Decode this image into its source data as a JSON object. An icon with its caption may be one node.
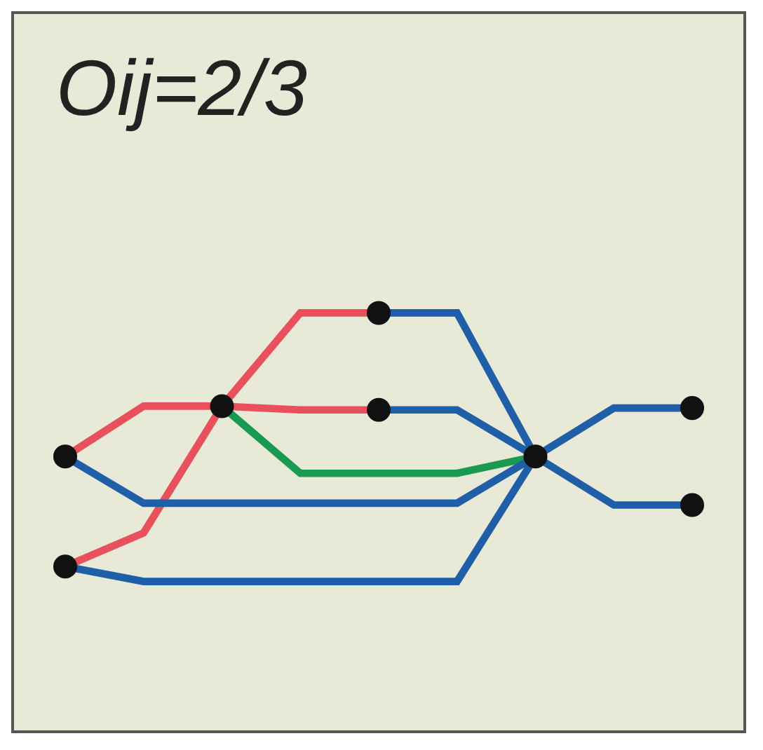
{
  "diagram": {
    "title": "Oij=2/3",
    "nodes": [
      {
        "text": [],
        "shape": "circle"
      },
      {
        "text": [],
        "shape": "circle"
      },
      {
        "text": [],
        "shape": "circle"
      },
      {
        "text": [],
        "shape": "circle"
      },
      {
        "text": [],
        "shape": "circle"
      },
      {
        "text": [],
        "shape": "circle"
      },
      {
        "text": [],
        "shape": "circle"
      },
      {
        "text": [],
        "shape": "circle"
      }
    ],
    "edges": [
      {
        "from": 0,
        "to": 2,
        "arrow": "none",
        "color": "#e8505b"
      },
      {
        "from": 3,
        "to": 2,
        "arrow": "none",
        "color": "#e8505b"
      },
      {
        "from": 2,
        "to": 1,
        "arrow": "none",
        "color": "#e8505b"
      },
      {
        "from": 2,
        "to": 4,
        "arrow": "none",
        "color": "#e8505b"
      },
      {
        "from": 2,
        "to": 5,
        "arrow": "none",
        "color": "#1a9a50"
      },
      {
        "from": 0,
        "to": 5,
        "arrow": "none"
      },
      {
        "from": 3,
        "to": 5,
        "arrow": "none"
      },
      {
        "from": 1,
        "to": 5,
        "arrow": "none"
      },
      {
        "from": 4,
        "to": 5,
        "arrow": "none"
      },
      {
        "from": 5,
        "to": 6,
        "arrow": "none"
      },
      {
        "from": 5,
        "to": 7,
        "arrow": "none"
      }
    ]
  }
}
